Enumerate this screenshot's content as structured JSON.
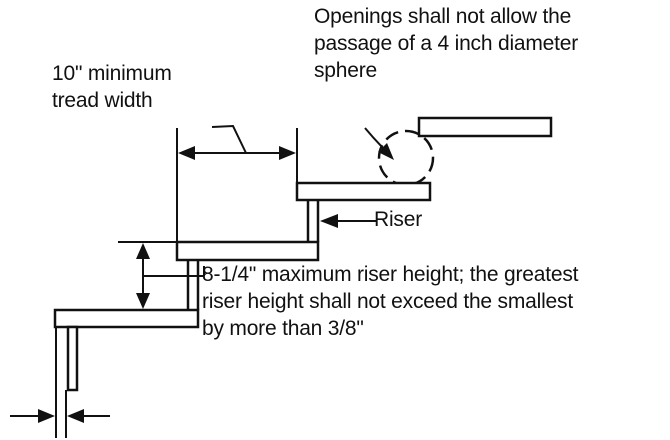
{
  "labels": {
    "sphere_line1": "Openings shall not allow the",
    "sphere_line2": "passage of a 4 inch diameter",
    "sphere_line3": "sphere",
    "tread_line1": "10\" minimum",
    "tread_line2": "tread width",
    "riser": "Riser",
    "height_line1": "8-1/4\" maximum riser height; the greatest",
    "height_line2": "riser height shall not exceed the smallest",
    "height_line3": "by more than 3/8\""
  },
  "colors": {
    "ink": "#111111",
    "background": "#ffffff"
  }
}
